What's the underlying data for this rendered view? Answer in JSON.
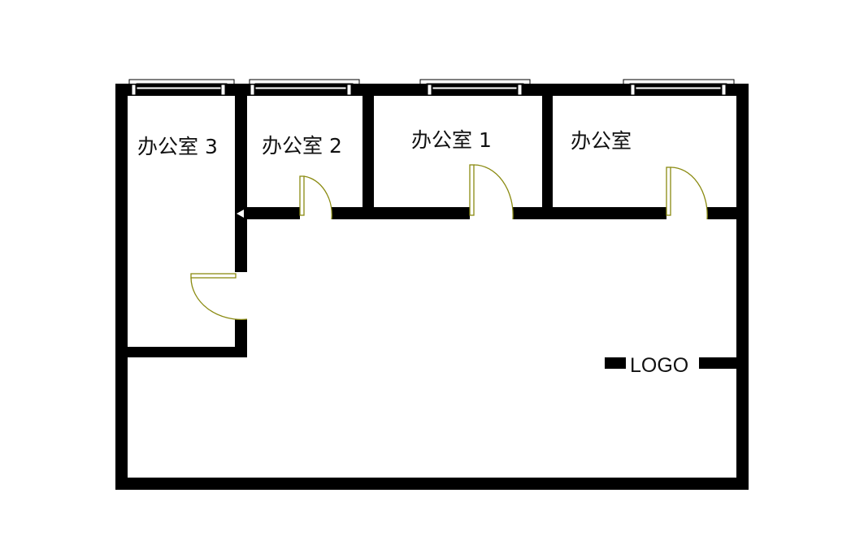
{
  "rooms": [
    {
      "label": "办公室 3"
    },
    {
      "label": "办公室 2"
    },
    {
      "label": "办公室 1"
    },
    {
      "label": "办公室"
    }
  ],
  "logo_label": "LOGO",
  "colors": {
    "wall": "#000000",
    "door": "#8a8a10"
  }
}
